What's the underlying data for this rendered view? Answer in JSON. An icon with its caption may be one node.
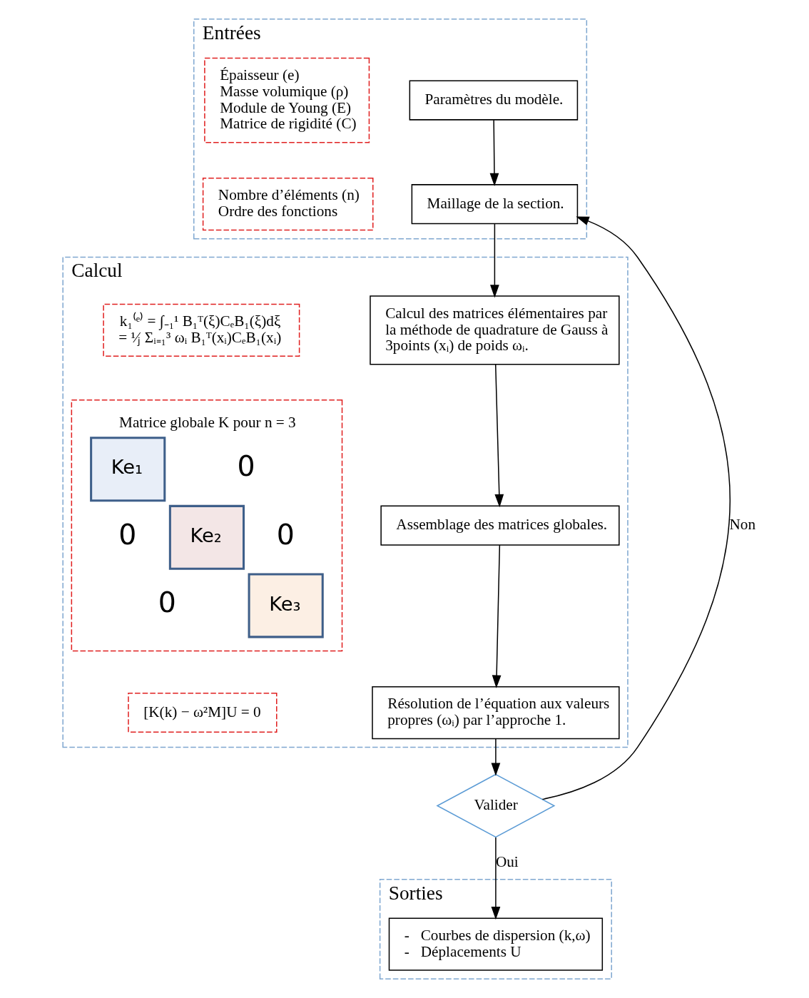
{
  "diagram": {
    "nodes": [
      {
        "text": [
          "Entrées"
        ]
      },
      {
        "text": [
          "Paramètres du modèle."
        ],
        "in": 0
      },
      {
        "text": [
          "Épaisseur (e)",
          "Masse volumique (ρ)",
          "Module de Young (E)",
          "Matrice de rigidité (C)"
        ],
        "in": 0
      },
      {
        "text": [
          "Maillage de la section."
        ],
        "in": 0
      },
      {
        "text": [
          "Nombre d’éléments (n)",
          "Ordre des fonctions"
        ],
        "in": 0
      },
      {
        "text": [
          "Calcul"
        ]
      },
      {
        "text": [
          "Calcul des matrices élémentaires par la méthode de quadrature de Gauss à 3points (xᵢ) de poids ωᵢ."
        ],
        "in": 5
      },
      {
        "text": [
          "k₁⁽ᵉ⁾ = ∫₋₁¹ B₁ᵀ(ξ)CₑB₁(ξ)dξ",
          "= ¹⁄ⱼ Σᵢ₌₁³ ωᵢ B₁ᵀ(xᵢ)CₑB₁(xᵢ)"
        ],
        "in": 5
      },
      {
        "text": [
          "Assemblage des matrices globales."
        ],
        "in": 5
      },
      {
        "text": [
          "Matrice globale K pour n = 3",
          "Ke₁",
          "0",
          "0",
          "Ke₂",
          "0",
          "0",
          "Ke₃"
        ],
        "in": 5
      },
      {
        "text": [
          "Résolution de l’équation aux valeurs propres (ωᵢ) par l’approche 1."
        ],
        "in": 5
      },
      {
        "text": [
          "[K(k) − ω²M]U = 0"
        ],
        "in": 5
      },
      {
        "text": [
          "Valider"
        ]
      },
      {
        "text": [
          "Sorties"
        ]
      },
      {
        "text": [
          "-   Courbes de dispersion (k,ω)",
          "-   Déplacements U"
        ],
        "in": 13
      }
    ],
    "edges": [
      {
        "from": 1,
        "to": 3,
        "arrow": "to"
      },
      {
        "from": 3,
        "to": 6,
        "arrow": "to"
      },
      {
        "from": 6,
        "to": 8,
        "arrow": "to"
      },
      {
        "from": 8,
        "to": 10,
        "arrow": "to"
      },
      {
        "from": 10,
        "to": 12,
        "arrow": "to"
      },
      {
        "from": 12,
        "to": 3,
        "label": "Non",
        "arrow": "to"
      },
      {
        "from": 12,
        "to": 14,
        "label": "Oui",
        "arrow": "to"
      }
    ]
  }
}
